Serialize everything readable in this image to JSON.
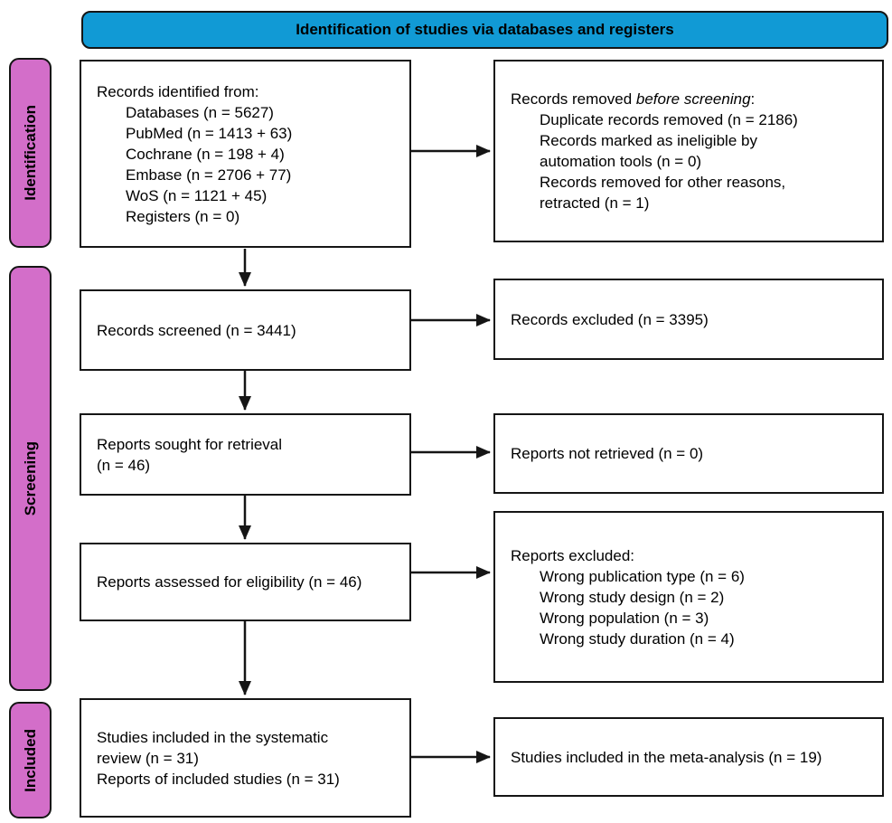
{
  "banner": {
    "label": "Identification of studies via databases and registers"
  },
  "stages": {
    "identification": "Identification",
    "screening": "Screening",
    "included": "Included"
  },
  "boxes": {
    "records_identified": {
      "title": "Records identified from:",
      "items": [
        "Databases (n = 5627)",
        "PubMed (n = 1413 + 63)",
        "Cochrane (n = 198 + 4)",
        "Embase (n = 2706 + 77)",
        "WoS (n = 1121 + 45)",
        "Registers (n = 0)"
      ]
    },
    "records_removed": {
      "title_prefix": "Records removed ",
      "title_italic": "before screening",
      "title_suffix": ":",
      "lines": [
        "Duplicate records removed (n = 2186)",
        "Records marked as ineligible by",
        "automation tools (n = 0)",
        "Records removed for other reasons,",
        "retracted (n = 1)"
      ]
    },
    "records_screened": {
      "text": "Records screened (n = 3441)"
    },
    "records_excluded": {
      "text": "Records excluded (n = 3395)"
    },
    "reports_sought": {
      "lines": [
        "Reports sought for retrieval",
        "(n = 46)"
      ]
    },
    "reports_not_retrieved": {
      "text": "Reports not retrieved (n = 0)"
    },
    "reports_assessed": {
      "text": "Reports assessed for eligibility (n = 46)"
    },
    "reports_excluded": {
      "title": "Reports excluded:",
      "items": [
        "Wrong publication type (n = 6)",
        "Wrong study design (n = 2)",
        "Wrong population (n = 3)",
        "Wrong study duration (n = 4)"
      ]
    },
    "studies_included": {
      "lines": [
        "Studies included in the systematic",
        "review (n = 31)",
        "Reports of included studies (n = 31)"
      ]
    },
    "meta_analysis": {
      "text": "Studies included in the meta-analysis (n = 19)"
    }
  },
  "colors": {
    "banner_blue": "#119AD5",
    "stage_pink": "#D36EC9",
    "line_black": "#151515"
  }
}
